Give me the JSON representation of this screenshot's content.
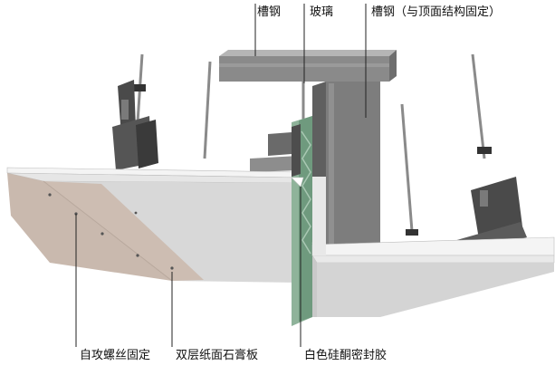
{
  "labels": {
    "channel_steel": "槽钢",
    "glass": "玻璃",
    "channel_steel_fixed": "槽钢（与顶面结构固定）",
    "self_tapping_screw": "自攻螺丝固定",
    "double_gypsum_board": "双层纸面石膏板",
    "white_silicone_sealant": "白色硅酮密封胶"
  },
  "colors": {
    "board_face": "#d8d8d8",
    "board_edge": "#f2f2f2",
    "board_back": "#c9b9ae",
    "steel": "#808080",
    "steel_dark": "#5c5c5c",
    "glass": "#7fa88c",
    "leader": "#222222"
  }
}
